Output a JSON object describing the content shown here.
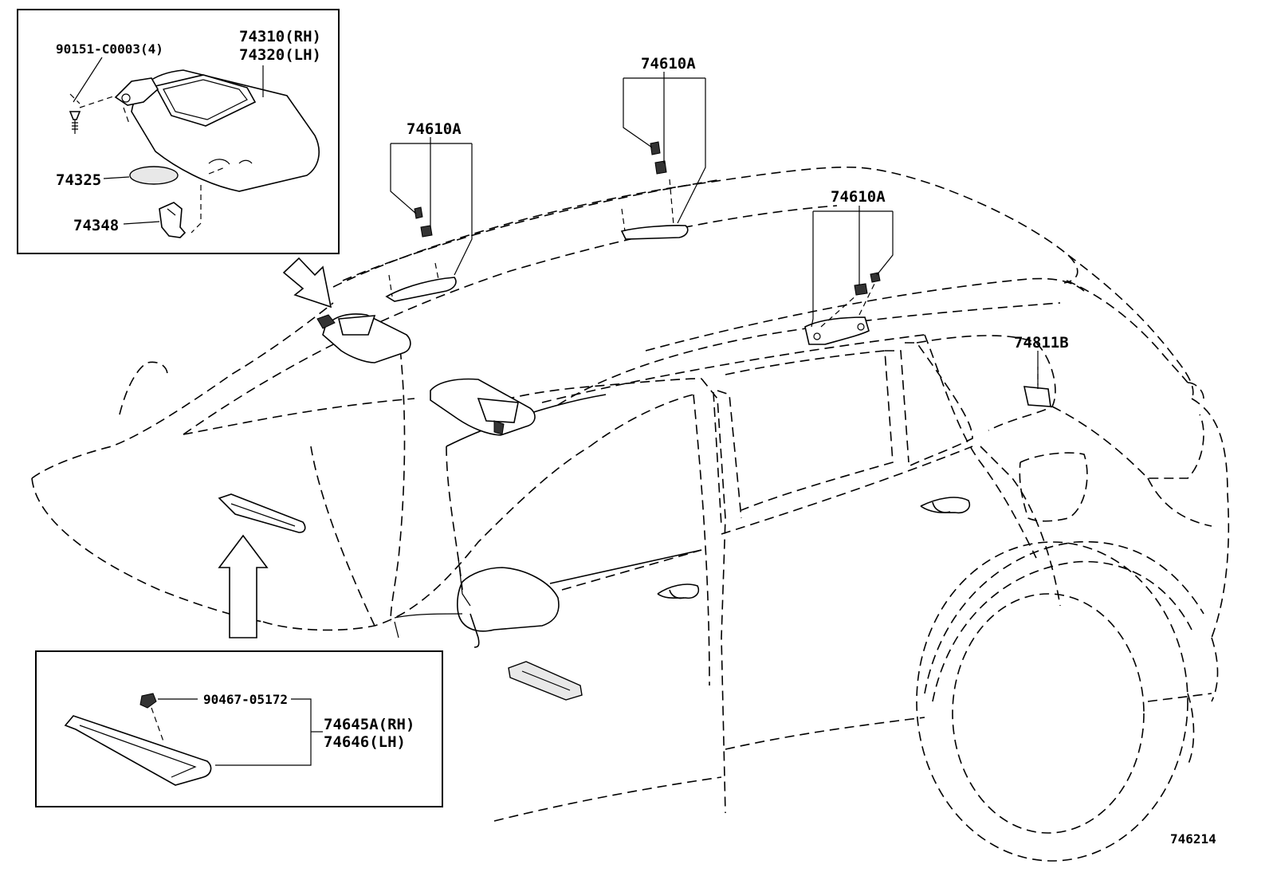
{
  "diagram_number": "746214",
  "callouts": {
    "screw": "90151-C0003(4)",
    "visor_rh": "74310(RH)",
    "visor_lh": "74320(LH)",
    "visor_cover": "74325",
    "visor_holder": "74348",
    "assist_grip_1": "74610A",
    "assist_grip_2": "74610A",
    "assist_grip_3": "74610A",
    "rear_part": "74811B",
    "clip": "90467-05172",
    "trim_rh": "74645A(RH)",
    "trim_lh": "74646(LH)"
  }
}
